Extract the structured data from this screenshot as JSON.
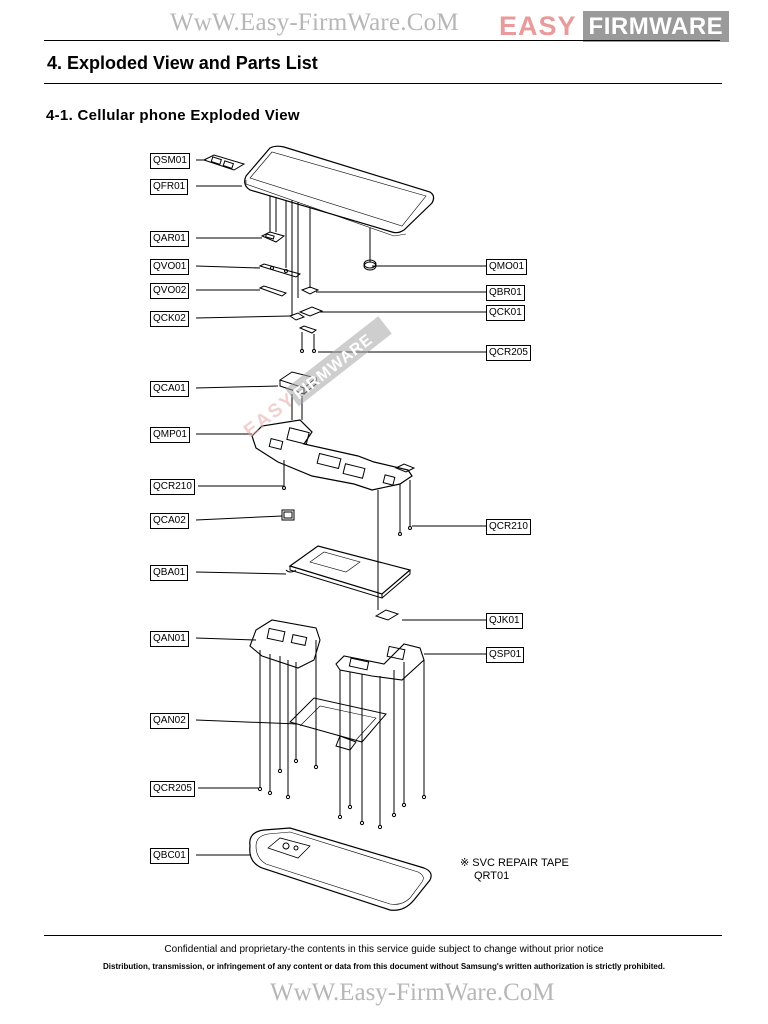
{
  "watermark": {
    "top_text": "WwW.Easy-FirmWare.CoM",
    "bottom_text": "WwW.Easy-FirmWare.CoM",
    "logo_easy": "EASY",
    "logo_firmware": "FIRMWARE",
    "diagonal_text": "EASY FIRMWARE"
  },
  "heading": {
    "title": "4. Exploded View and Parts List",
    "subtitle": "4-1. Cellular phone Exploded View"
  },
  "labels": {
    "qsm01": "QSM01",
    "qfr01": "QFR01",
    "qar01": "QAR01",
    "qvo01": "QVO01",
    "qvo02": "QVO02",
    "qck02": "QCK02",
    "qca01": "QCA01",
    "qmp01": "QMP01",
    "qcr210_left": "QCR210",
    "qca02": "QCA02",
    "qba01": "QBA01",
    "qan01": "QAN01",
    "qan02": "QAN02",
    "qcr205_left": "QCR205",
    "qbc01": "QBC01",
    "qmo01": "QMO01",
    "qbr01": "QBR01",
    "qck01": "QCK01",
    "qcr205_right": "QCR205",
    "qcr210_right": "QCR210",
    "qjk01": "QJK01",
    "qsp01": "QSP01"
  },
  "note": {
    "mark": "※",
    "line1": "SVC REPAIR TAPE",
    "line2": "QRT01"
  },
  "footer": {
    "line1": "Confidential and proprietary-the contents in this service guide subject to change without prior notice",
    "line2": "Distribution, transmission, or infringement of any content or data from this document without Samsung's written authorization is strictly prohibited."
  }
}
